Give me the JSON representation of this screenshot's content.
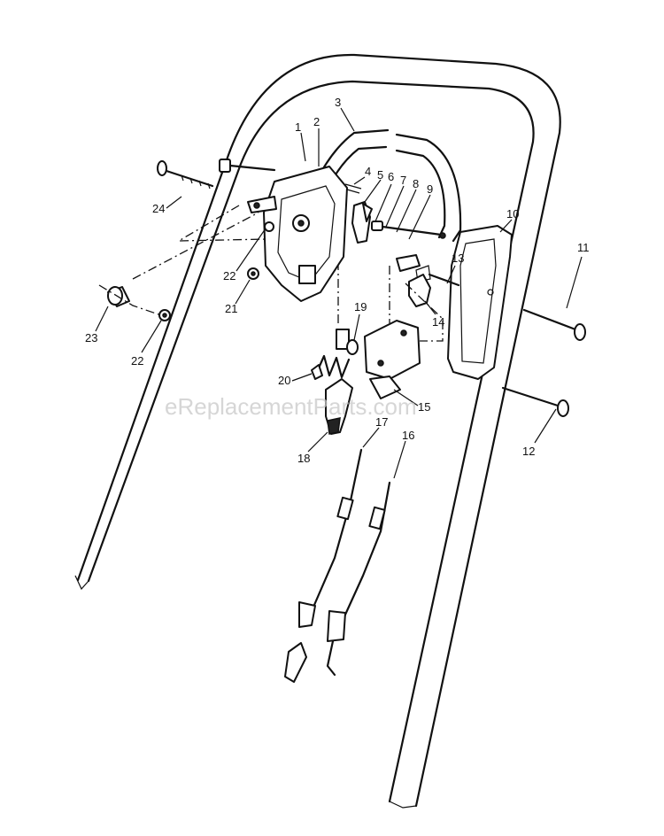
{
  "watermark": "eReplacementParts.com",
  "callouts": [
    "1",
    "2",
    "3",
    "4",
    "5",
    "6",
    "7",
    "8",
    "9",
    "10",
    "11",
    "12",
    "13",
    "14",
    "15",
    "16",
    "17",
    "18",
    "19",
    "20",
    "21",
    "22",
    "22",
    "23",
    "24"
  ]
}
